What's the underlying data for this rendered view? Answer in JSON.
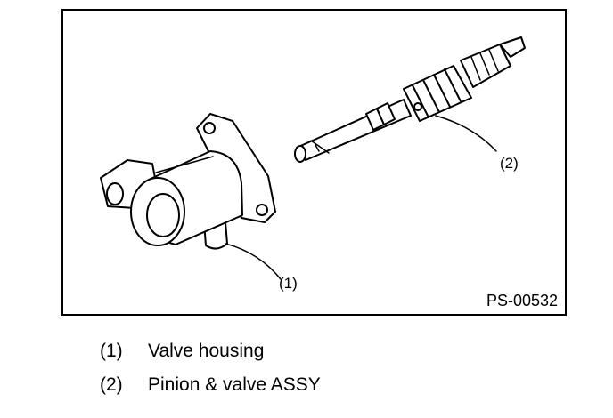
{
  "figure": {
    "code": "PS-00532",
    "callouts": [
      {
        "label": "(1)"
      },
      {
        "label": "(2)"
      }
    ]
  },
  "legend": {
    "items": [
      {
        "num": "(1)",
        "text": "Valve housing"
      },
      {
        "num": "(2)",
        "text": "Pinion & valve ASSY"
      }
    ]
  }
}
